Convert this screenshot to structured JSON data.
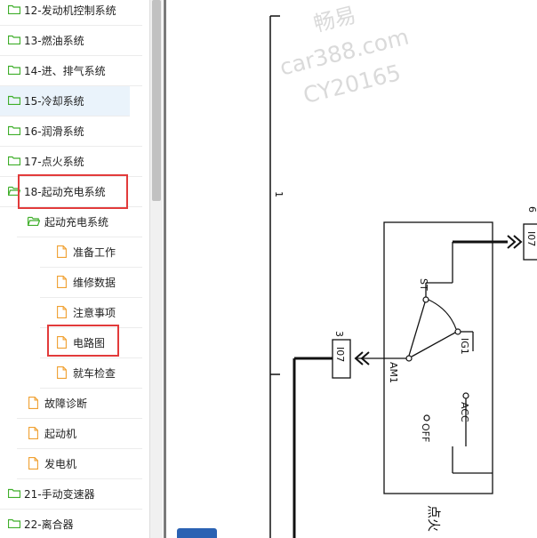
{
  "sidebar": {
    "items": [
      {
        "label": "12-发动机控制系统",
        "type": "folder"
      },
      {
        "label": "13-燃油系统",
        "type": "folder"
      },
      {
        "label": "14-进、排气系统",
        "type": "folder"
      },
      {
        "label": "15-冷却系统",
        "type": "folder"
      },
      {
        "label": "16-润滑系统",
        "type": "folder"
      },
      {
        "label": "17-点火系统",
        "type": "folder"
      },
      {
        "label": "18-起动充电系统",
        "type": "folder-open"
      },
      {
        "label": "起动充电系统",
        "type": "folder-open"
      },
      {
        "label": "准备工作",
        "type": "file"
      },
      {
        "label": "维修数据",
        "type": "file"
      },
      {
        "label": "注意事项",
        "type": "file"
      },
      {
        "label": "电路图",
        "type": "file"
      },
      {
        "label": "就车检查",
        "type": "file"
      },
      {
        "label": "故障诊断",
        "type": "file"
      },
      {
        "label": "起动机",
        "type": "file"
      },
      {
        "label": "发电机",
        "type": "file"
      },
      {
        "label": "21-手动变速器",
        "type": "folder"
      },
      {
        "label": "22-离合器",
        "type": "folder"
      }
    ]
  },
  "diagram": {
    "marker_1": "1",
    "connector_left_pin": "3",
    "connector_left_id": "I07",
    "connector_right_pin": "6",
    "connector_right_id": "I07",
    "switch_st": "ST",
    "switch_ig1": "IG1",
    "switch_acc": "ACC",
    "switch_off": "OFF",
    "switch_am1": "AM1",
    "component_label": "点火"
  },
  "watermark": {
    "line1": "畅易",
    "line2": "car388.com",
    "line3": "CY20165"
  },
  "colors": {
    "highlight": "#e23b3b",
    "folder_icon": "#3fae2a",
    "file_icon": "#f0a030",
    "hover_bg": "#eaf3fb"
  }
}
